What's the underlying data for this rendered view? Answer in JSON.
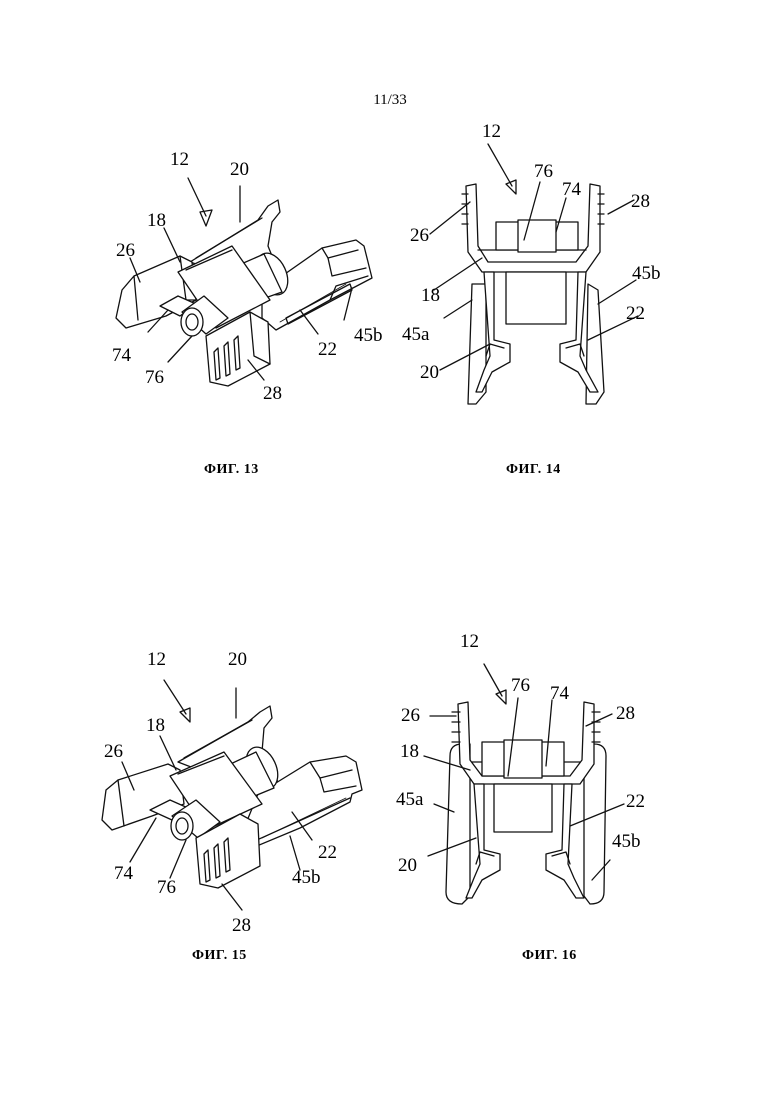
{
  "page": {
    "number": "11/33"
  },
  "figures": [
    {
      "id": "fig13",
      "caption": "ФИГ. 13",
      "labels": {
        "l12": "12",
        "l20": "20",
        "l18": "18",
        "l26": "26",
        "l74": "74",
        "l76": "76",
        "l28": "28",
        "l22": "22",
        "l45b": "45b"
      }
    },
    {
      "id": "fig14",
      "caption": "ФИГ. 14",
      "labels": {
        "l12": "12",
        "l76": "76",
        "l74": "74",
        "l26": "26",
        "l28": "28",
        "l18": "18",
        "l45b": "45b",
        "l45a": "45a",
        "l22": "22",
        "l20": "20"
      }
    },
    {
      "id": "fig15",
      "caption": "ФИГ. 15",
      "labels": {
        "l12": "12",
        "l20": "20",
        "l18": "18",
        "l26": "26",
        "l74": "74",
        "l76": "76",
        "l28": "28",
        "l22": "22",
        "l45b": "45b"
      }
    },
    {
      "id": "fig16",
      "caption": "ФИГ. 16",
      "labels": {
        "l12": "12",
        "l76": "76",
        "l74": "74",
        "l26": "26",
        "l28": "28",
        "l18": "18",
        "l45a": "45a",
        "l22": "22",
        "l20": "20",
        "l45b": "45b"
      }
    }
  ]
}
